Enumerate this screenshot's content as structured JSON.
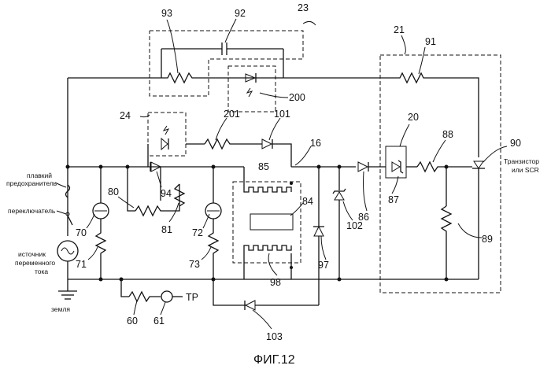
{
  "figure": {
    "caption": "ФИГ.12",
    "labels": {
      "fuse": "плавкий",
      "fuse2": "предохранитель",
      "switch": "переключатель",
      "source": "источник",
      "source2": "переменного",
      "source3": "тока",
      "ground": "земля",
      "tp": "TP",
      "transistor": "Транзистор",
      "transistor2": "или SCR"
    },
    "refs": {
      "r93": "93",
      "r92": "92",
      "r23": "23",
      "r21": "21",
      "r91": "91",
      "r24": "24",
      "r200": "200",
      "r201": "201",
      "r101": "101",
      "r16": "16",
      "r85": "85",
      "r84": "84",
      "r20": "20",
      "r88": "88",
      "r90": "90",
      "r80": "80",
      "r81": "81",
      "r94": "94",
      "r70": "70",
      "r71": "71",
      "r72": "72",
      "r73": "73",
      "r86": "86",
      "r87": "87",
      "r102": "102",
      "r97": "97",
      "r89": "89",
      "r98": "98",
      "r60": "60",
      "r61": "61",
      "r103": "103"
    }
  }
}
